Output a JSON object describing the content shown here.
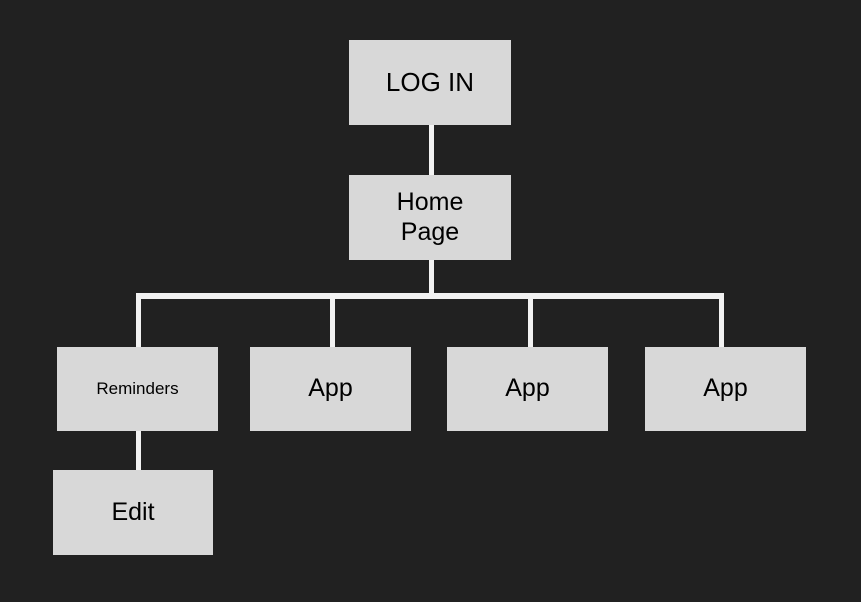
{
  "diagram": {
    "type": "site-map-tree",
    "background_color": "#212121",
    "node_fill_color": "#d8d8d8",
    "node_text_color": "#000000",
    "connector_color": "#f2f2f2",
    "nodes": [
      {
        "id": "login",
        "label": "LOG IN",
        "level": 0
      },
      {
        "id": "home",
        "label": "Home\nPage",
        "level": 1
      },
      {
        "id": "reminders",
        "label": "Reminders",
        "level": 2
      },
      {
        "id": "app1",
        "label": "App",
        "level": 2
      },
      {
        "id": "app2",
        "label": "App",
        "level": 2
      },
      {
        "id": "app3",
        "label": "App",
        "level": 2
      },
      {
        "id": "edit",
        "label": "Edit",
        "level": 3
      }
    ],
    "edges": [
      {
        "from": "login",
        "to": "home"
      },
      {
        "from": "home",
        "to": "reminders"
      },
      {
        "from": "home",
        "to": "app1"
      },
      {
        "from": "home",
        "to": "app2"
      },
      {
        "from": "home",
        "to": "app3"
      },
      {
        "from": "reminders",
        "to": "edit"
      }
    ]
  }
}
